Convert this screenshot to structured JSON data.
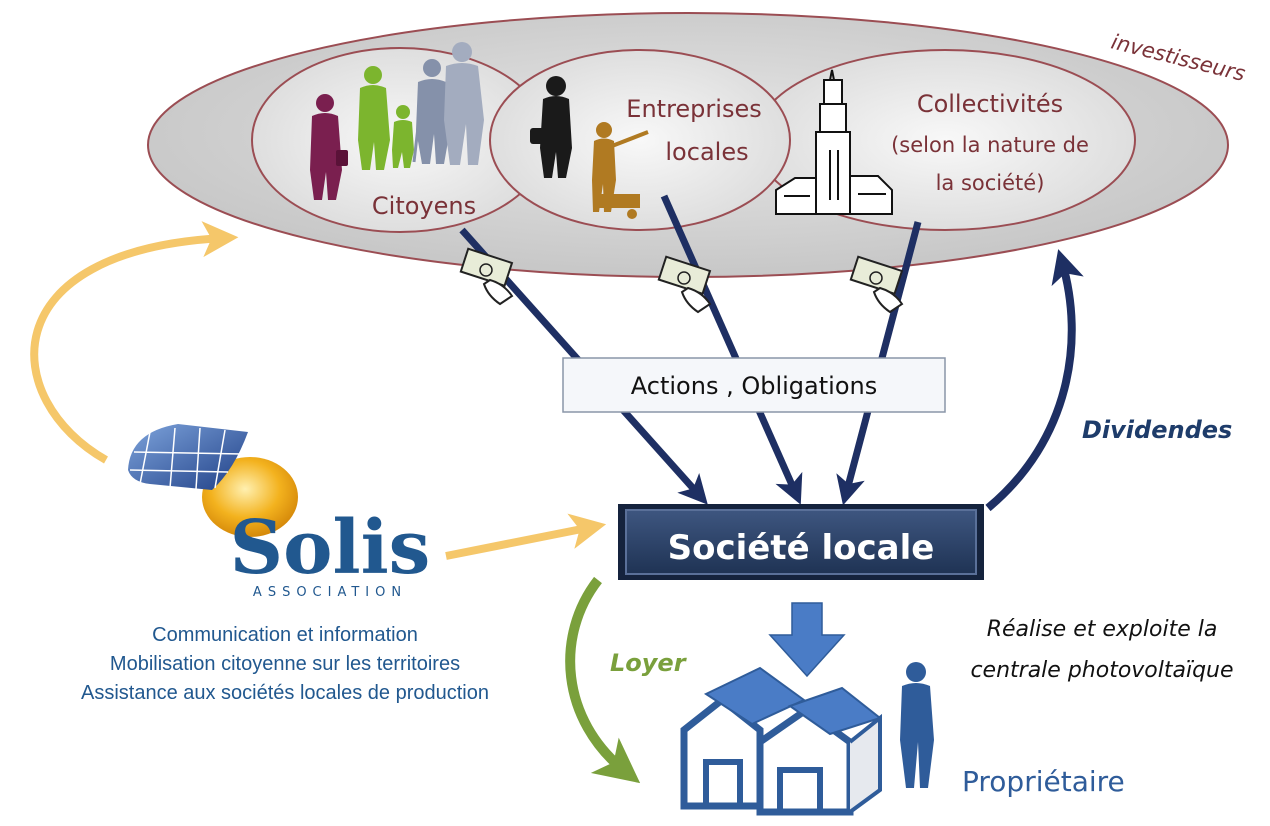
{
  "investors": {
    "group_label": "investisseurs",
    "citoyens": "Citoyens",
    "entreprises": [
      "Entreprises",
      "locales"
    ],
    "collectivites": [
      "Collectivités",
      "(selon la nature de",
      "la société)"
    ]
  },
  "flow": {
    "actions_label": "Actions , Obligations",
    "dividendes_label": "Dividendes",
    "loyer_label": "Loyer"
  },
  "societe": {
    "label": "Société locale",
    "role": [
      "Réalise et exploite la",
      "centrale photovoltaïque"
    ]
  },
  "owner": {
    "label": "Propriétaire"
  },
  "solis": {
    "name": "Solis",
    "subtitle": "ASSOCIATION",
    "services": [
      "Communication et information",
      "Mobilisation citoyenne sur les territoires",
      "Assistance aux sociétés locales de production"
    ]
  },
  "colors": {
    "navy": "#1e2f63",
    "box": "#2a3f63",
    "yellow_arrow": "#f5c76a",
    "green_arrow": "#7aa03c",
    "ellipse_text": "#7a3238",
    "solis_blue": "#21588f",
    "house_blue": "#2f5c9a"
  }
}
